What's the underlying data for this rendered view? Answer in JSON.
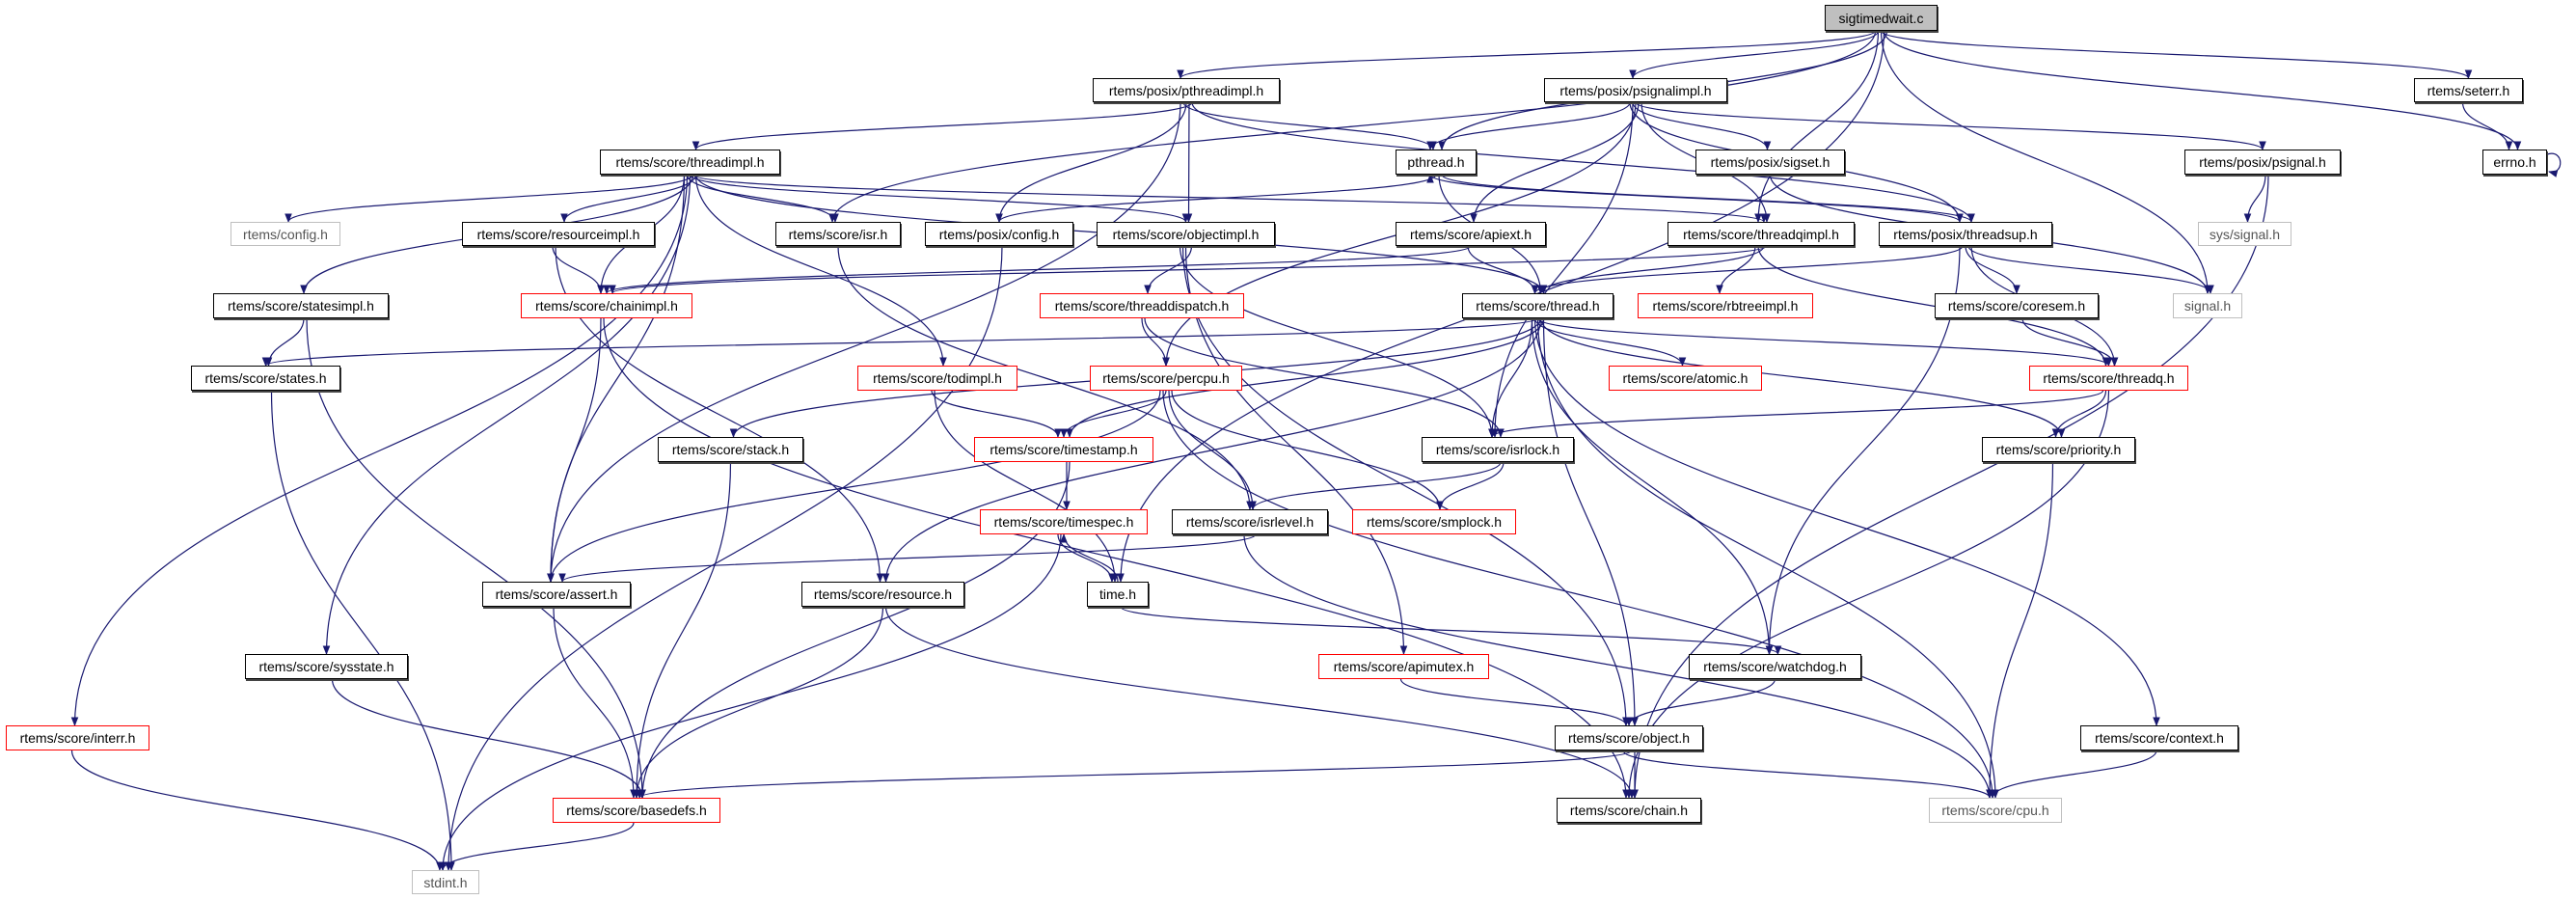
{
  "graph": {
    "edge_color": "#191970",
    "nodes": [
      {
        "id": "sigtimedwait",
        "label": "sigtimedwait.c",
        "style": "root"
      },
      {
        "id": "pthreadimpl",
        "label": "rtems/posix/pthreadimpl.h",
        "style": "normal"
      },
      {
        "id": "psignalimpl",
        "label": "rtems/posix/psignalimpl.h",
        "style": "normal"
      },
      {
        "id": "seterr",
        "label": "rtems/seterr.h",
        "style": "normal"
      },
      {
        "id": "threadimpl",
        "label": "rtems/score/threadimpl.h",
        "style": "normal"
      },
      {
        "id": "pthread",
        "label": "pthread.h",
        "style": "normal"
      },
      {
        "id": "sigset",
        "label": "rtems/posix/sigset.h",
        "style": "normal"
      },
      {
        "id": "psignal",
        "label": "rtems/posix/psignal.h",
        "style": "normal"
      },
      {
        "id": "errno",
        "label": "errno.h",
        "style": "normal"
      },
      {
        "id": "config",
        "label": "rtems/config.h",
        "style": "gray"
      },
      {
        "id": "resourceimpl",
        "label": "rtems/score/resourceimpl.h",
        "style": "normal"
      },
      {
        "id": "isr",
        "label": "rtems/score/isr.h",
        "style": "normal"
      },
      {
        "id": "pconfig",
        "label": "rtems/posix/config.h",
        "style": "normal"
      },
      {
        "id": "objectimpl",
        "label": "rtems/score/objectimpl.h",
        "style": "normal"
      },
      {
        "id": "apiext",
        "label": "rtems/score/apiext.h",
        "style": "normal"
      },
      {
        "id": "threadqimpl",
        "label": "rtems/score/threadqimpl.h",
        "style": "normal"
      },
      {
        "id": "threadsup",
        "label": "rtems/posix/threadsup.h",
        "style": "normal"
      },
      {
        "id": "syssignal",
        "label": "sys/signal.h",
        "style": "gray"
      },
      {
        "id": "statesimpl",
        "label": "rtems/score/statesimpl.h",
        "style": "normal"
      },
      {
        "id": "chainimpl",
        "label": "rtems/score/chainimpl.h",
        "style": "red"
      },
      {
        "id": "threaddispatch",
        "label": "rtems/score/threaddispatch.h",
        "style": "red"
      },
      {
        "id": "thread",
        "label": "rtems/score/thread.h",
        "style": "normal"
      },
      {
        "id": "rbtreeimpl",
        "label": "rtems/score/rbtreeimpl.h",
        "style": "red"
      },
      {
        "id": "coresem",
        "label": "rtems/score/coresem.h",
        "style": "normal"
      },
      {
        "id": "signal",
        "label": "signal.h",
        "style": "gray"
      },
      {
        "id": "states",
        "label": "rtems/score/states.h",
        "style": "normal"
      },
      {
        "id": "todimpl",
        "label": "rtems/score/todimpl.h",
        "style": "red"
      },
      {
        "id": "percpu",
        "label": "rtems/score/percpu.h",
        "style": "red"
      },
      {
        "id": "atomic",
        "label": "rtems/score/atomic.h",
        "style": "red"
      },
      {
        "id": "threadq",
        "label": "rtems/score/threadq.h",
        "style": "red"
      },
      {
        "id": "stack",
        "label": "rtems/score/stack.h",
        "style": "normal"
      },
      {
        "id": "timestamp",
        "label": "rtems/score/timestamp.h",
        "style": "red"
      },
      {
        "id": "isrlock",
        "label": "rtems/score/isrlock.h",
        "style": "normal"
      },
      {
        "id": "priority",
        "label": "rtems/score/priority.h",
        "style": "normal"
      },
      {
        "id": "timespec",
        "label": "rtems/score/timespec.h",
        "style": "red"
      },
      {
        "id": "isrlevel",
        "label": "rtems/score/isrlevel.h",
        "style": "normal"
      },
      {
        "id": "smplock",
        "label": "rtems/score/smplock.h",
        "style": "red"
      },
      {
        "id": "assert",
        "label": "rtems/score/assert.h",
        "style": "normal"
      },
      {
        "id": "resource",
        "label": "rtems/score/resource.h",
        "style": "normal"
      },
      {
        "id": "time",
        "label": "time.h",
        "style": "normal"
      },
      {
        "id": "sysstate",
        "label": "rtems/score/sysstate.h",
        "style": "normal"
      },
      {
        "id": "apimutex",
        "label": "rtems/score/apimutex.h",
        "style": "red"
      },
      {
        "id": "watchdog",
        "label": "rtems/score/watchdog.h",
        "style": "normal"
      },
      {
        "id": "interr",
        "label": "rtems/score/interr.h",
        "style": "red"
      },
      {
        "id": "object",
        "label": "rtems/score/object.h",
        "style": "normal"
      },
      {
        "id": "context",
        "label": "rtems/score/context.h",
        "style": "normal"
      },
      {
        "id": "basedefs",
        "label": "rtems/score/basedefs.h",
        "style": "red"
      },
      {
        "id": "chain",
        "label": "rtems/score/chain.h",
        "style": "normal"
      },
      {
        "id": "cpu",
        "label": "rtems/score/cpu.h",
        "style": "gray"
      },
      {
        "id": "stdint",
        "label": "stdint.h",
        "style": "gray"
      }
    ],
    "edges": [
      [
        "sigtimedwait",
        "pthreadimpl"
      ],
      [
        "sigtimedwait",
        "psignalimpl"
      ],
      [
        "sigtimedwait",
        "seterr"
      ],
      [
        "sigtimedwait",
        "errno"
      ],
      [
        "sigtimedwait",
        "pthread"
      ],
      [
        "sigtimedwait",
        "isr"
      ],
      [
        "sigtimedwait",
        "threadqimpl"
      ],
      [
        "sigtimedwait",
        "signal"
      ],
      [
        "sigtimedwait",
        "time"
      ],
      [
        "pthreadimpl",
        "threadimpl"
      ],
      [
        "pthreadimpl",
        "assert"
      ],
      [
        "pthreadimpl",
        "pthread"
      ],
      [
        "pthreadimpl",
        "pconfig"
      ],
      [
        "pthreadimpl",
        "objectimpl"
      ],
      [
        "pthreadimpl",
        "threadsup"
      ],
      [
        "psignalimpl",
        "pthread"
      ],
      [
        "psignalimpl",
        "sigset"
      ],
      [
        "psignalimpl",
        "psignal"
      ],
      [
        "psignalimpl",
        "apiext"
      ],
      [
        "psignalimpl",
        "threadqimpl"
      ],
      [
        "psignalimpl",
        "threadsup"
      ],
      [
        "psignalimpl",
        "isrlock"
      ],
      [
        "psignalimpl",
        "percpu"
      ],
      [
        "threadimpl",
        "config"
      ],
      [
        "threadimpl",
        "resourceimpl"
      ],
      [
        "threadimpl",
        "chainimpl"
      ],
      [
        "threadimpl",
        "isr"
      ],
      [
        "threadimpl",
        "objectimpl"
      ],
      [
        "threadimpl",
        "statesimpl"
      ],
      [
        "threadimpl",
        "todimpl"
      ],
      [
        "threadimpl",
        "assert"
      ],
      [
        "threadimpl",
        "interr"
      ],
      [
        "threadimpl",
        "sysstate"
      ],
      [
        "threadimpl",
        "threadqimpl"
      ],
      [
        "threadimpl",
        "thread"
      ],
      [
        "resourceimpl",
        "chainimpl"
      ],
      [
        "resourceimpl",
        "resource"
      ],
      [
        "isr",
        "isrlevel"
      ],
      [
        "pconfig",
        "stdint"
      ],
      [
        "objectimpl",
        "threaddispatch"
      ],
      [
        "objectimpl",
        "isrlock"
      ],
      [
        "objectimpl",
        "object"
      ],
      [
        "objectimpl",
        "apimutex"
      ],
      [
        "statesimpl",
        "states"
      ],
      [
        "statesimpl",
        "basedefs"
      ],
      [
        "chainimpl",
        "assert"
      ],
      [
        "chainimpl",
        "chain"
      ],
      [
        "threaddispatch",
        "percpu"
      ],
      [
        "threaddispatch",
        "isrlock"
      ],
      [
        "states",
        "stdint"
      ],
      [
        "todimpl",
        "timestamp"
      ],
      [
        "todimpl",
        "time"
      ],
      [
        "percpu",
        "timestamp"
      ],
      [
        "percpu",
        "isrlevel"
      ],
      [
        "percpu",
        "smplock"
      ],
      [
        "percpu",
        "assert"
      ],
      [
        "percpu",
        "cpu"
      ],
      [
        "stack",
        "basedefs"
      ],
      [
        "timestamp",
        "timespec"
      ],
      [
        "timestamp",
        "basedefs"
      ],
      [
        "timespec",
        "time"
      ],
      [
        "timespec",
        "stdint"
      ],
      [
        "time",
        "timespec"
      ],
      [
        "time",
        "watchdog"
      ],
      [
        "isrlevel",
        "assert"
      ],
      [
        "isrlevel",
        "cpu"
      ],
      [
        "assert",
        "basedefs"
      ],
      [
        "resource",
        "basedefs"
      ],
      [
        "resource",
        "chain"
      ],
      [
        "sysstate",
        "basedefs"
      ],
      [
        "interr",
        "stdint"
      ],
      [
        "basedefs",
        "stdint"
      ],
      [
        "pthread",
        "pconfig"
      ],
      [
        "pthread",
        "thread"
      ],
      [
        "pthread",
        "threadsup"
      ],
      [
        "threadsup",
        "pthread"
      ],
      [
        "threadsup",
        "thread"
      ],
      [
        "threadsup",
        "coresem"
      ],
      [
        "threadsup",
        "signal"
      ],
      [
        "threadsup",
        "threadq"
      ],
      [
        "threadsup",
        "watchdog"
      ],
      [
        "apiext",
        "thread"
      ],
      [
        "apiext",
        "chainimpl"
      ],
      [
        "threadqimpl",
        "thread"
      ],
      [
        "threadqimpl",
        "chainimpl"
      ],
      [
        "threadqimpl",
        "rbtreeimpl"
      ],
      [
        "threadqimpl",
        "threadq"
      ],
      [
        "sigset",
        "signal"
      ],
      [
        "psignal",
        "syssignal"
      ],
      [
        "psignal",
        "chain"
      ],
      [
        "seterr",
        "errno"
      ],
      [
        "errno",
        "errno"
      ],
      [
        "thread",
        "states"
      ],
      [
        "thread",
        "stack"
      ],
      [
        "thread",
        "timestamp"
      ],
      [
        "thread",
        "isrlock"
      ],
      [
        "thread",
        "atomic"
      ],
      [
        "thread",
        "threadq"
      ],
      [
        "thread",
        "priority"
      ],
      [
        "thread",
        "object"
      ],
      [
        "thread",
        "watchdog"
      ],
      [
        "thread",
        "context"
      ],
      [
        "thread",
        "cpu"
      ],
      [
        "thread",
        "resource"
      ],
      [
        "coresem",
        "threadq"
      ],
      [
        "threadq",
        "isrlock"
      ],
      [
        "threadq",
        "priority"
      ],
      [
        "threadq",
        "chain"
      ],
      [
        "isrlock",
        "isrlevel"
      ],
      [
        "isrlock",
        "smplock"
      ],
      [
        "priority",
        "cpu"
      ],
      [
        "apimutex",
        "object"
      ],
      [
        "watchdog",
        "object"
      ],
      [
        "object",
        "basedefs"
      ],
      [
        "object",
        "chain"
      ],
      [
        "object",
        "cpu"
      ],
      [
        "context",
        "cpu"
      ]
    ]
  }
}
